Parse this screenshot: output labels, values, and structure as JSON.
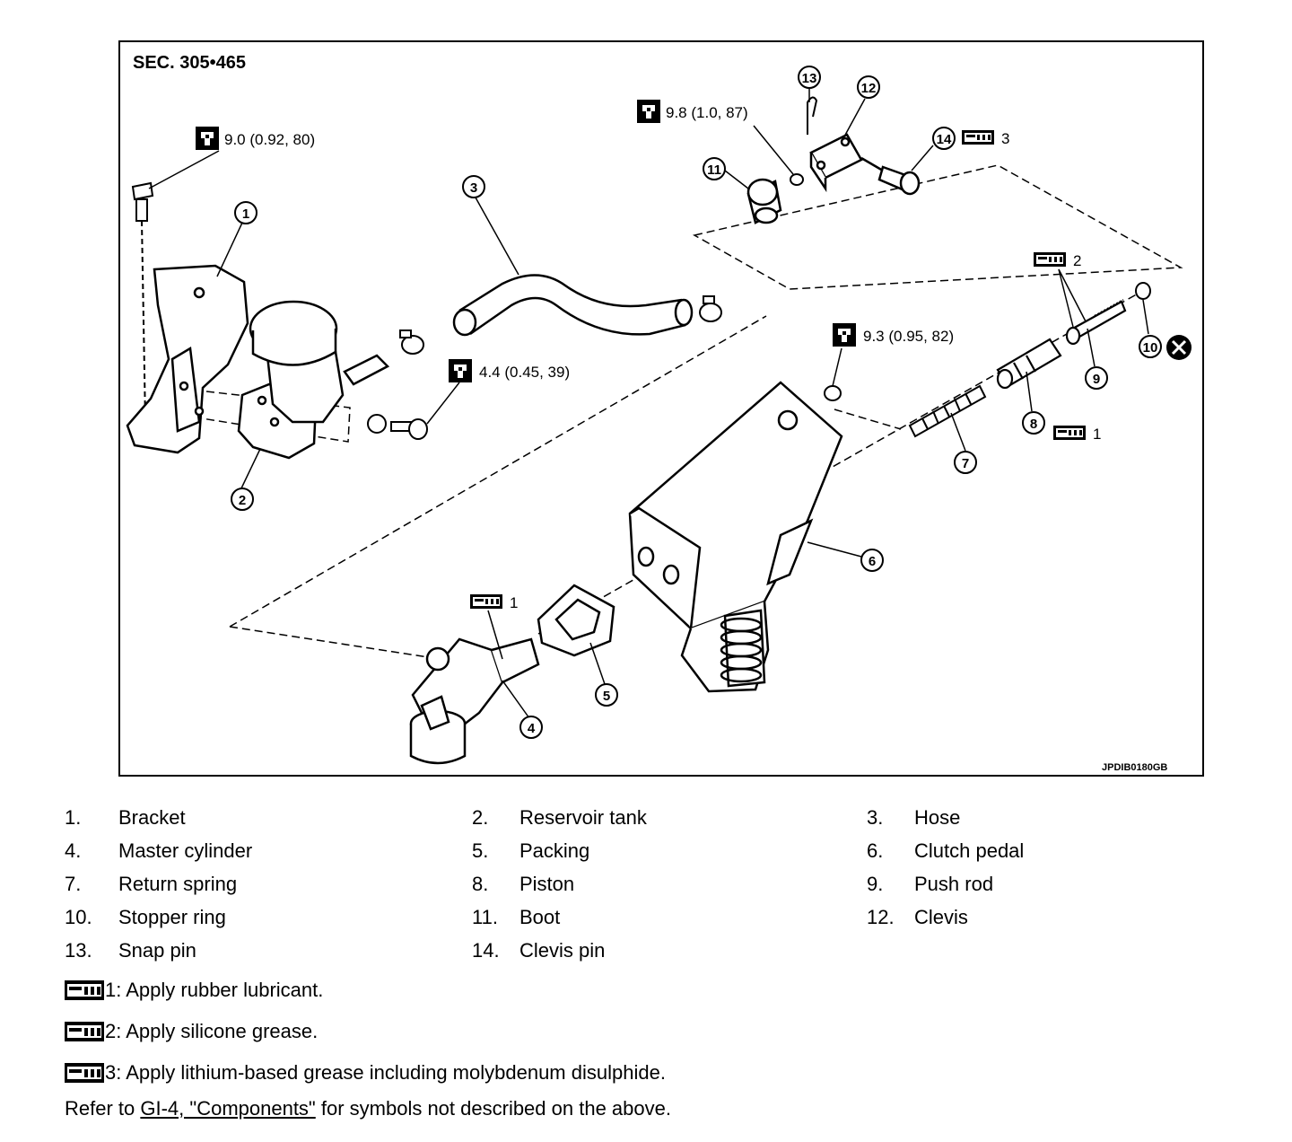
{
  "diagram": {
    "section": "SEC. 305•465",
    "image_code": "JPDIB0180GB",
    "torques": [
      "9.0 (0.92, 80)",
      "9.8 (1.0, 87)",
      "4.4 (0.45, 39)",
      "9.3 (0.95, 82)"
    ],
    "lube_marks": [
      "3",
      "2",
      "1",
      "1"
    ],
    "callouts": [
      "1",
      "2",
      "3",
      "4",
      "5",
      "6",
      "7",
      "8",
      "9",
      "10",
      "11",
      "12",
      "13",
      "14"
    ]
  },
  "parts": [
    {
      "num": "1.",
      "name": "Bracket"
    },
    {
      "num": "2.",
      "name": "Reservoir tank"
    },
    {
      "num": "3.",
      "name": "Hose"
    },
    {
      "num": "4.",
      "name": "Master cylinder"
    },
    {
      "num": "5.",
      "name": "Packing"
    },
    {
      "num": "6.",
      "name": "Clutch pedal"
    },
    {
      "num": "7.",
      "name": "Return spring"
    },
    {
      "num": "8.",
      "name": "Piston"
    },
    {
      "num": "9.",
      "name": "Push rod"
    },
    {
      "num": "10.",
      "name": "Stopper ring"
    },
    {
      "num": "11.",
      "name": "Boot"
    },
    {
      "num": "12.",
      "name": "Clevis"
    },
    {
      "num": "13.",
      "name": "Snap pin"
    },
    {
      "num": "14.",
      "name": "Clevis pin"
    }
  ],
  "notes": [
    "1: Apply rubber lubricant.",
    "2: Apply silicone grease.",
    "3: Apply lithium-based grease including molybdenum disulphide."
  ],
  "reference": {
    "prefix": "Refer to ",
    "link": "GI-4, \"Components\"",
    "suffix": " for symbols not described on the above."
  }
}
